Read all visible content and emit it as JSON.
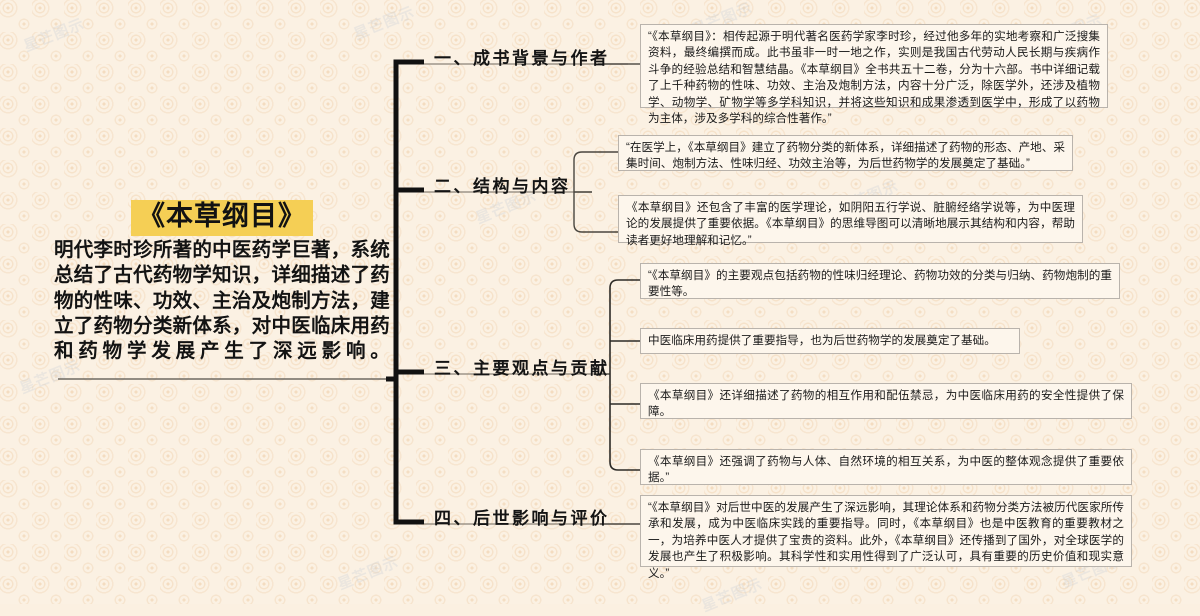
{
  "root": {
    "title": "《本草纲目》",
    "description": "明代李时珍所著的中医药学巨著，系统总结了古代药物学知识，详细描述了药物的性味、功效、主治及炮制方法，建立了药物分类新体系，对中医临床用药和药物学发展产生了深远影响。",
    "title_bg_color": "#f5cf55"
  },
  "branches": [
    {
      "label": "一、成书背景与作者",
      "leaves": [
        "“《本草纲目》：相传起源于明代著名医药学家李时珍，经过他多年的实地考察和广泛搜集资料，最终编撰而成。此书虽非一时一地之作，实则是我国古代劳动人民长期与疾病作斗争的经验总结和智慧结晶。《本草纲目》全书共五十二卷，分为十六部。书中详细记载了上千种药物的性味、功效、主治及炮制方法，内容十分广泛，除医学外，还涉及植物学、动物学、矿物学等多学科知识，并将这些知识和成果渗透到医学中，形成了以药物为主体，涉及多学科的综合性著作。”"
      ]
    },
    {
      "label": "二、结构与内容",
      "leaves": [
        "“在医学上，《本草纲目》建立了药物分类的新体系，详细描述了药物的形态、产地、采集时间、炮制方法、性味归经、功效主治等，为后世药物学的发展奠定了基础。”",
        "《本草纲目》还包含了丰富的医学理论，如阴阳五行学说、脏腑经络学说等，为中医理论的发展提供了重要依据。《本草纲目》的思维导图可以清晰地展示其结构和内容，帮助读者更好地理解和记忆。”"
      ]
    },
    {
      "label": "三、主要观点与贡献",
      "leaves": [
        "“《本草纲目》的主要观点包括药物的性味归经理论、药物功效的分类与归纳、药物炮制的重要性等。",
        "中医临床用药提供了重要指导，也为后世药物学的发展奠定了基础。",
        "《本草纲目》还详细描述了药物的相互作用和配伍禁忌，为中医临床用药的安全性提供了保障。",
        "《本草纲目》还强调了药物与人体、自然环境的相互关系，为中医的整体观念提供了重要依据。”"
      ]
    },
    {
      "label": "四、后世影响与评价",
      "leaves": [
        "“《本草纲目》对后世中医的发展产生了深远影响，其理论体系和药物分类方法被历代医家所传承和发展，成为中医临床实践的重要指导。同时，《本草纲目》也是中医教育的重要教材之一，为培养中医人才提供了宝贵的资料。此外，《本草纲目》还传播到了国外，对全球医学的发展也产生了积极影响。其科学性和实用性得到了广泛认可，具有重要的历史价值和现实意义。”"
      ]
    }
  ],
  "watermarks": [
    "星芒图示",
    "星芒图示",
    "星芒图示",
    "星芒图示",
    "星芒图示",
    "星芒图示",
    "星芒图示",
    "星芒图示",
    "星芒图示",
    "星芒图示"
  ],
  "style": {
    "background_color": "#fbf1e3",
    "trunk_color": "#111111",
    "hairline_color": "#8b8377",
    "leaf_border_color": "#b9b3ac",
    "leaf_bg_color": "#fdf6ec"
  }
}
